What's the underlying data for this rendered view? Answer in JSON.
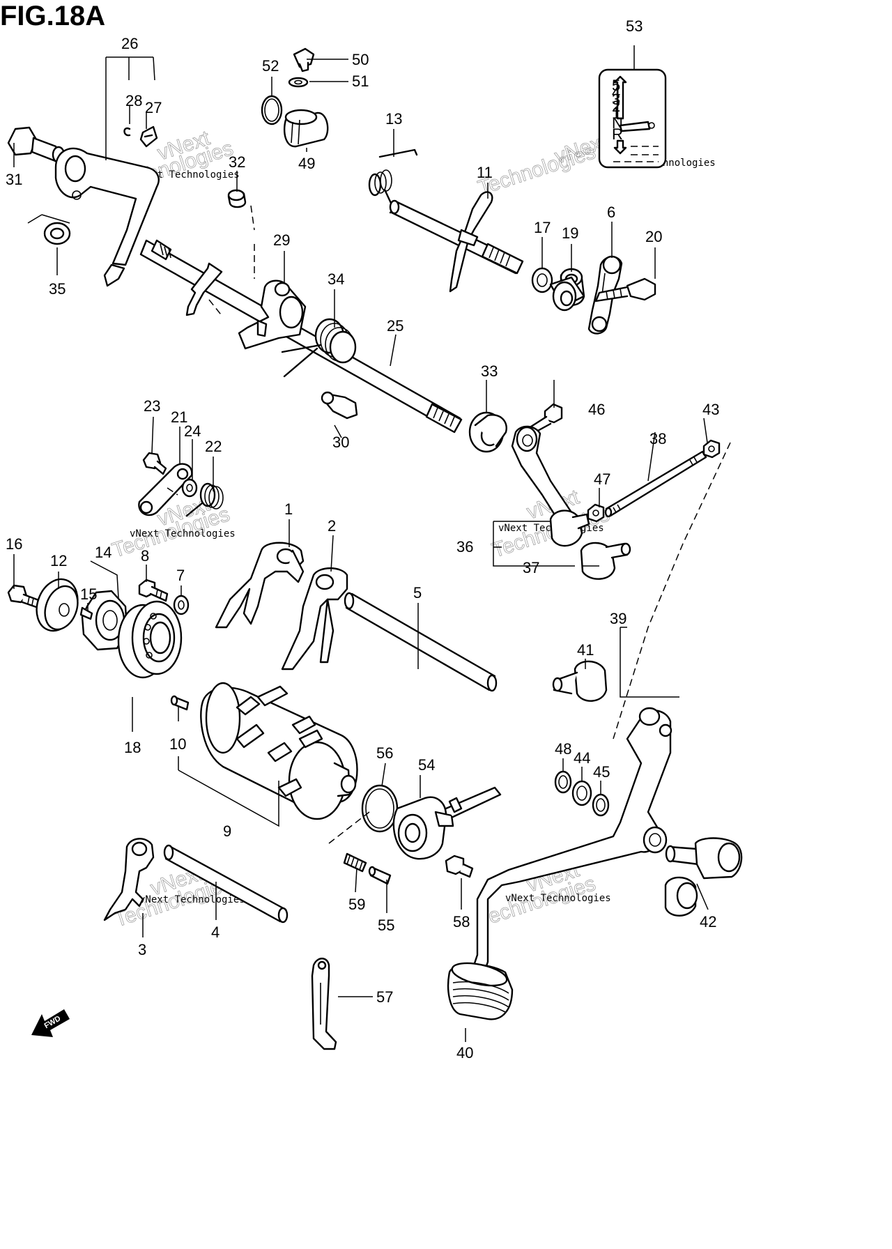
{
  "figure": {
    "title": "FIG.18A"
  },
  "watermark": {
    "small_text": "vNext Technologies",
    "large_line1": "vNext",
    "large_line2": "Technologies"
  },
  "fwd_label": "FWD",
  "decal": {
    "gears": [
      "5",
      "4",
      "3",
      "2",
      "1"
    ],
    "neutral": "N",
    "reverse": "R"
  },
  "callouts": [
    "1",
    "2",
    "3",
    "4",
    "5",
    "6",
    "7",
    "8",
    "9",
    "10",
    "11",
    "12",
    "13",
    "14",
    "15",
    "16",
    "17",
    "18",
    "19",
    "20",
    "21",
    "22",
    "23",
    "24",
    "25",
    "26",
    "27",
    "28",
    "29",
    "30",
    "31",
    "32",
    "33",
    "34",
    "35",
    "36",
    "37",
    "38",
    "39",
    "40",
    "41",
    "42",
    "43",
    "44",
    "45",
    "46",
    "47",
    "48",
    "49",
    "50",
    "51",
    "52",
    "53",
    "54",
    "55",
    "56",
    "57",
    "58",
    "59"
  ]
}
